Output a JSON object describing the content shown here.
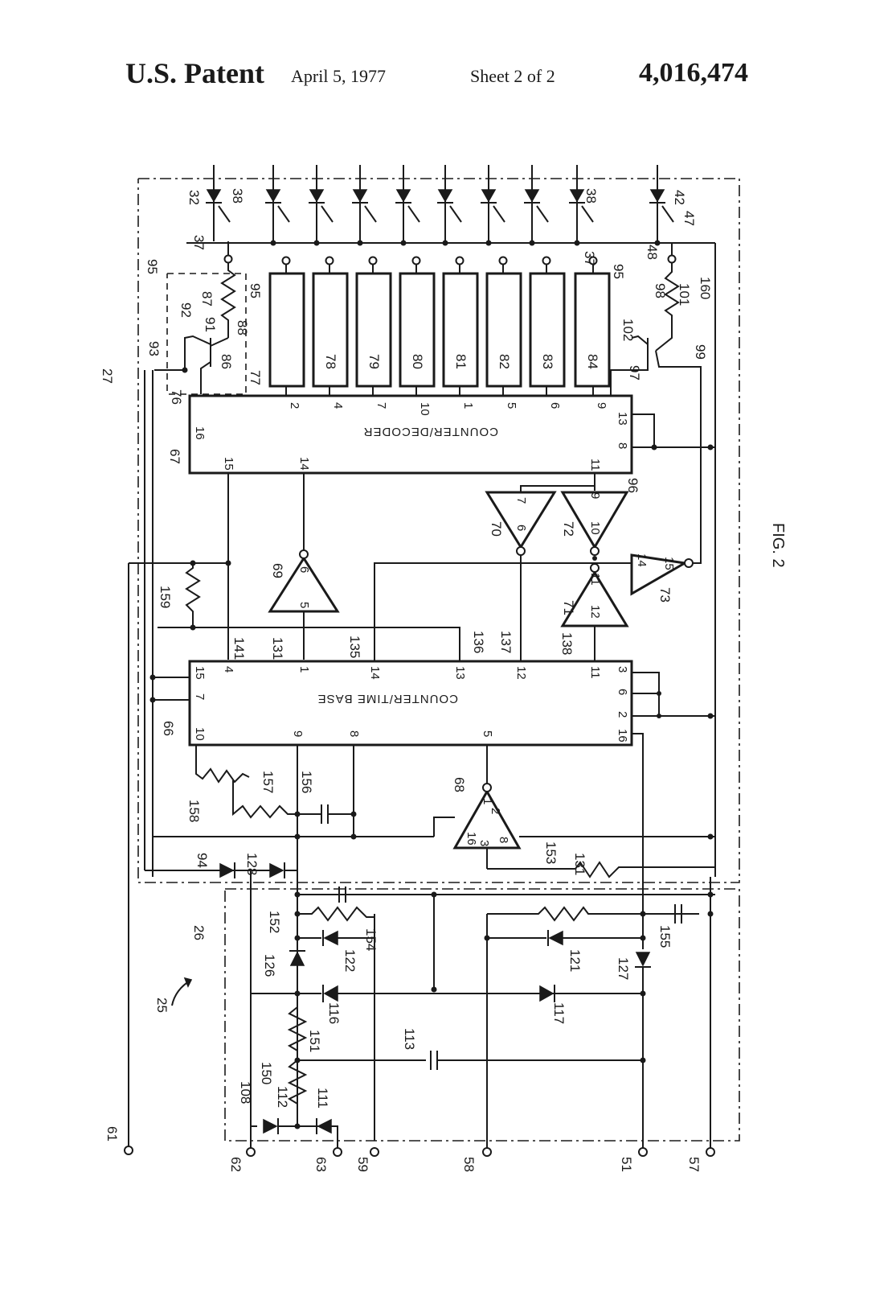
{
  "header": {
    "title": "U.S. Patent",
    "date": "April 5, 1977",
    "sheet": "Sheet 2 of 2",
    "patent_number": "4,016,474"
  },
  "figure": {
    "caption": "FIG. 2",
    "block_labels": {
      "counter_decoder": "COUNTER/DECODER",
      "counter_time_base": "COUNTER/TIME BASE"
    },
    "ref_numerals": {
      "r25": "25",
      "r26": "26",
      "r27": "27",
      "r32": "32",
      "r37": "37",
      "r38": "38",
      "r42": "42",
      "r47": "47",
      "r48": "48",
      "r51": "51",
      "r57": "57",
      "r58": "58",
      "r59": "59",
      "r61": "61",
      "r62": "62",
      "r63": "63",
      "r66": "66",
      "r67": "67",
      "r68": "68",
      "r69": "69",
      "r70": "70",
      "r71": "71",
      "r72": "72",
      "r73": "73",
      "r76": "76",
      "r77": "77",
      "r78": "78",
      "r79": "79",
      "r80": "80",
      "r81": "81",
      "r82": "82",
      "r83": "83",
      "r84": "84",
      "r86": "86",
      "r87": "87",
      "r88": "88",
      "r91": "91",
      "r92": "92",
      "r93": "93",
      "r94": "94",
      "r95": "95",
      "r96": "96",
      "r97": "97",
      "r98": "98",
      "r99": "99",
      "r101": "101",
      "r102": "102",
      "r108": "108",
      "r111": "111",
      "r112": "112",
      "r113": "113",
      "r116": "116",
      "r117": "117",
      "r121": "121",
      "r122": "122",
      "r126": "126",
      "r127": "127",
      "r128": "128",
      "r131": "131",
      "r135": "135",
      "r136": "136",
      "r137": "137",
      "r138": "138",
      "r141": "141",
      "r150": "150",
      "r151": "151",
      "r152": "152",
      "r153": "153",
      "r154": "154",
      "r155": "155",
      "r156": "156",
      "r157": "157",
      "r158": "158",
      "r159": "159",
      "r160": "160"
    },
    "pins": {
      "p1": "1",
      "p2": "2",
      "p3": "3",
      "p4": "4",
      "p5": "5",
      "p6": "6",
      "p7": "7",
      "p8": "8",
      "p9": "9",
      "p10": "10",
      "p11": "11",
      "p12": "12",
      "p13": "13",
      "p14": "14",
      "p15": "15",
      "p16": "16"
    }
  }
}
